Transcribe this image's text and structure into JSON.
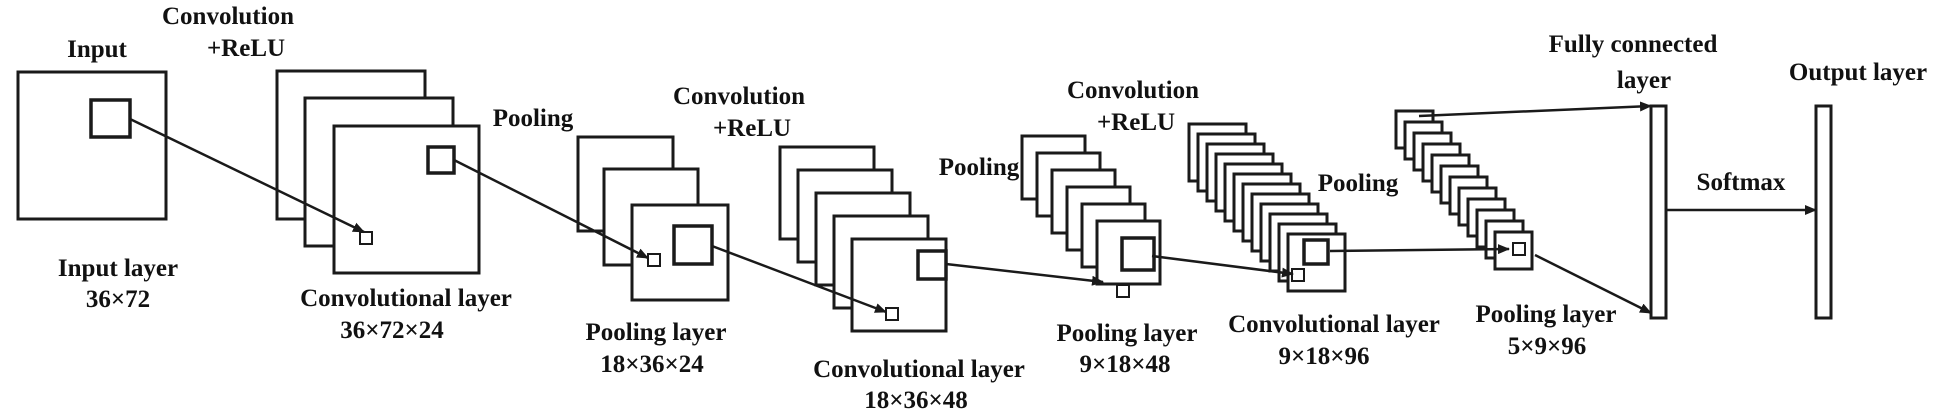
{
  "labels": {
    "input_top": "Input",
    "conv1_op": [
      "Convolution",
      "+ReLU"
    ],
    "input_layer": [
      "Input layer",
      "36×72"
    ],
    "conv1_layer": [
      "Convolutional layer",
      "36×72×24"
    ],
    "pool1_op": "Pooling",
    "pool1_layer": [
      "Pooling layer",
      "18×36×24"
    ],
    "conv2_op": [
      "Convolution",
      "+ReLU"
    ],
    "conv2_layer": [
      "Convolutional layer",
      "18×36×48"
    ],
    "pool2_op": "Pooling",
    "pool2_layer": [
      "Pooling layer",
      "9×18×48"
    ],
    "conv3_op": [
      "Convolution",
      "+ReLU"
    ],
    "conv3_layer": [
      "Convolutional layer",
      "9×18×96"
    ],
    "pool3_op": "Pooling",
    "pool3_layer": [
      "Pooling layer",
      "5×9×96"
    ],
    "fc_layer": [
      "Fully connected",
      "layer"
    ],
    "softmax": "Softmax",
    "output_layer": "Output layer"
  },
  "colors": {
    "stroke": "#1a1a1a",
    "fill": "#ffffff",
    "text": "#111111"
  }
}
